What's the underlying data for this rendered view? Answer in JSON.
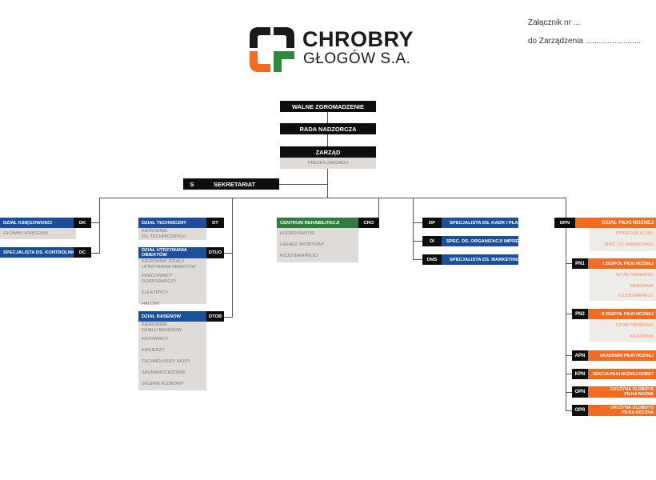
{
  "header": {
    "brand_line1": "CHROBRY",
    "brand_line2": "GŁOGÓW S.A.",
    "annex_line1": "Załącznik nr ...",
    "annex_line2": "do Zarządzenia ........................."
  },
  "colors": {
    "black": "#0e0e0e",
    "blue": "#1b4f9c",
    "green": "#2e7d3c",
    "orange": "#f26b21",
    "grey": "#dedbd8"
  },
  "top": {
    "walne": "WALNE ZGROMADZENIE",
    "rada": "RADA NADZORCZA",
    "zarzad": "ZARZĄD",
    "prezes": "PREZES ZARZĄDU",
    "sek_code": "S",
    "sek_label": "SEKRETARIAT"
  },
  "left": {
    "dk_label": "DZIAŁ KSIĘGOWOŚCI",
    "dk_code": "DK",
    "dk_sub": "GŁÓWNY KSIĘGOWY",
    "dc_label": "SPECJALISTA DS. KONTROLINGU",
    "dc_code": "DC"
  },
  "tech": {
    "dt_label": "DZIAŁ TECHNICZNY",
    "dt_code": "DT",
    "dt_sub1": "KIEROWNIK",
    "dt_sub2": "DS. TECHNICZNYCH",
    "dtuo_label1": "DZIAŁ UTRZYMANIA",
    "dtuo_label2": "OBIEKTÓW",
    "dtuo_code": "DTUO",
    "dtuo_items": [
      "KIEROWNIK DZIAŁU",
      "UTRZYMANIA OBIEKTÓW",
      "PRACOWNICY GOSPODARCZY",
      "ELEKTRYCY",
      "HALOWI"
    ],
    "dtob_label": "DZIAŁ BASENÓW",
    "dtob_code": "DTOB",
    "dtob_items": [
      "KIEROWNIK",
      "DZIAŁU BASENÓW",
      "RATOWNICY",
      "KASJERZY",
      "TECHNOLODZY WODY",
      "SAUNAMISTRZOWIE",
      "SKLEPIK KLUBOWY"
    ]
  },
  "cro": {
    "label": "CENTRUM REHABILITACJI",
    "code": "CRO",
    "items": [
      "KOORDYNATOR",
      "LEKARZ SPORTOWY",
      "FIZJOTERAPEUCI"
    ]
  },
  "dp": {
    "dp_code": "DP",
    "dp_label": "SPECJALISTA DS. KADR I PŁAC",
    "di_code": "DI",
    "di_label": "SPEC. DS. ORGANIZACJI IMPREZ",
    "dms_code": "DMS",
    "dms_label": "SPECJALISTA DS. MARKETINGU"
  },
  "dpn": {
    "code": "DPN",
    "label": "DZIAŁ PIŁKI NOŻNEJ",
    "items": [
      "DYREKTOR KLUBU",
      "SPEC. DS. MARKETINGU"
    ],
    "pn1_code": "PN1",
    "pn1_label": "I ZESPÓŁ PIŁKI NOŻNEJ",
    "pn1_items": [
      "SZTAB TRENERSKI",
      "KIEROWNIK",
      "FIZJOTERAPEUCI"
    ],
    "pn2_code": "PN2",
    "pn2_label": "II ZESPÓŁ PIŁKI NOŻNEJ",
    "pn2_items": [
      "SZTAB TRENERSKI",
      "KIEROWNIK"
    ],
    "apn_code": "APN",
    "apn_label": "AKADEMIA PIŁKI NOŻNEJ",
    "kpn_code": "KPN",
    "kpn_label": "SEKCJA PIŁKI NOŻNEJ KOBIET",
    "opn_code": "OPN",
    "opn_label1": "DRUŻYNA OLDBOYS",
    "opn_label2": "PIŁKA NOŻNA",
    "opr_code": "OPR",
    "opr_label1": "DRUŻYNA OLDBOYS",
    "opr_label2": "PIŁKA RĘCZNA"
  }
}
